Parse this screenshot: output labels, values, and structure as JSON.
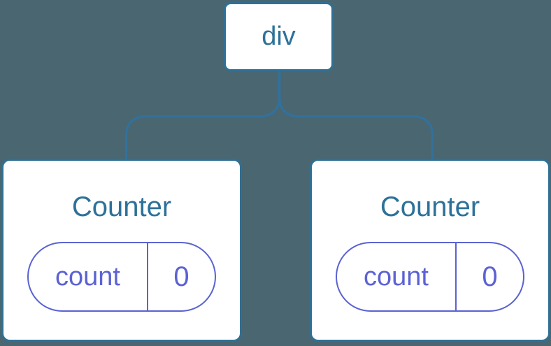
{
  "colors": {
    "background": "#4a6670",
    "edge": "#31719c",
    "card_border": "#2f7096",
    "card_bg": "#ffffff",
    "node_text": "#2d7199",
    "state_border": "#5a62d2",
    "state_text": "#5c62d4"
  },
  "tree": {
    "root": {
      "label": "div"
    },
    "children": [
      {
        "title": "Counter",
        "state": {
          "key": "count",
          "value": "0"
        }
      },
      {
        "title": "Counter",
        "state": {
          "key": "count",
          "value": "0"
        }
      }
    ]
  }
}
